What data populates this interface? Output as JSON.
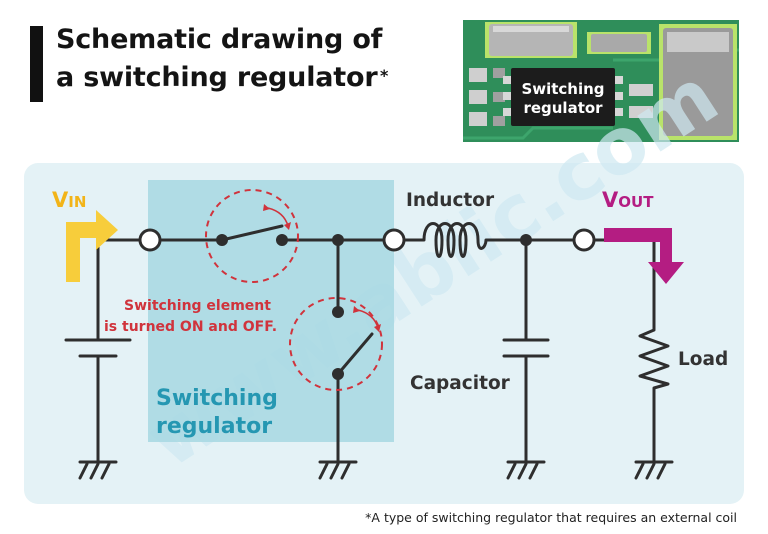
{
  "title": {
    "line1": "Schematic drawing of",
    "line2": "a switching regulator",
    "marker": "*"
  },
  "photo": {
    "chip_label_line1": "Switching",
    "chip_label_line2": "regulator"
  },
  "diagram": {
    "vin_main": "V",
    "vin_sub": "IN",
    "vout_main": "V",
    "vout_sub": "OUT",
    "inductor": "Inductor",
    "capacitor": "Capacitor",
    "load": "Load",
    "switch_note_line1": "Switching element",
    "switch_note_line2": "is turned ON and OFF.",
    "regulator_box_line1": "Switching",
    "regulator_box_line2": "regulator"
  },
  "footnote": "*A type of switching regulator that requires an external coil",
  "watermark": "www.ablic.com",
  "colors": {
    "panel_bg": "#e4f2f6",
    "regulator_box": "#a7d8e2",
    "wire": "#2e2e2e",
    "accent_red": "#d0333c",
    "vin_arrow": "#f7cd3b",
    "vout_arrow": "#b41d82",
    "regulator_text": "#2597b2",
    "pcb_green": "#2d8a57"
  }
}
